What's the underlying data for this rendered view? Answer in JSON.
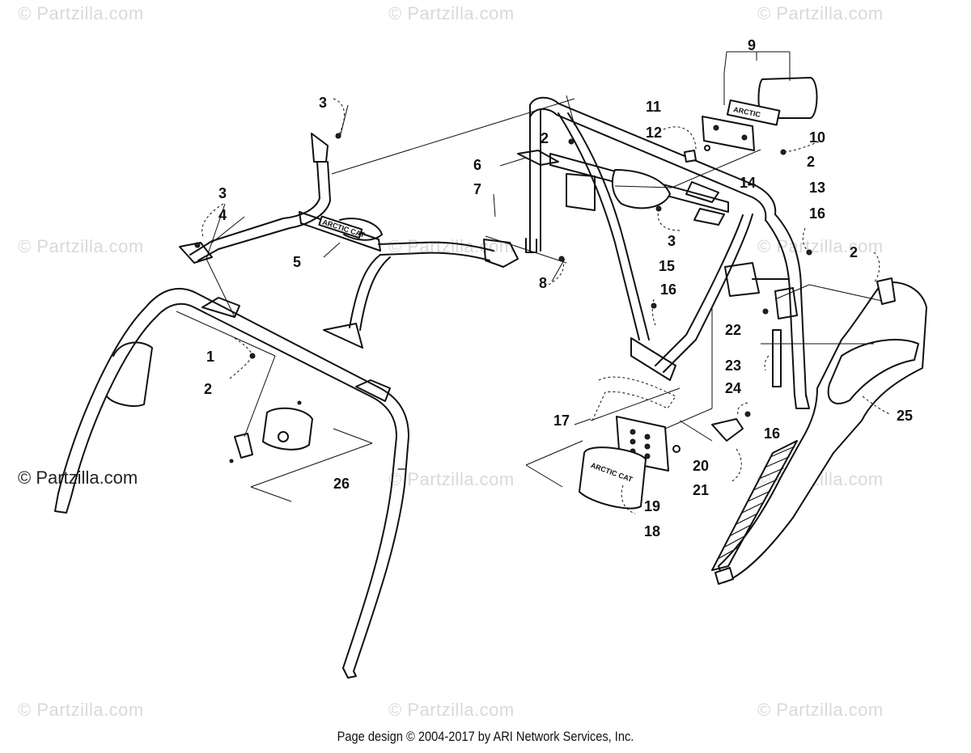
{
  "watermarks": [
    "© Partzilla.com",
    "© Partzilla.com",
    "© Partzilla.com",
    "© Partzilla.com",
    "© Partzilla.com",
    "© Partzilla.com",
    "© Partzilla.com",
    "© Partzilla.com",
    "© Partzilla.com",
    "© Partzilla.com",
    "© Partzilla.com",
    "© Partzilla.com"
  ],
  "main_watermark": "© Partzilla.com",
  "footer": "Page design © 2004-2017 by ARI Network Services, Inc.",
  "brand_labels": {
    "crossbar": "ARCTIC CAT",
    "bracket": "ARCTIC",
    "plate": "ARCTIC CAT"
  },
  "callouts": [
    {
      "id": "c1",
      "label": "1"
    },
    {
      "id": "c2a",
      "label": "2"
    },
    {
      "id": "c2b",
      "label": "2"
    },
    {
      "id": "c2c",
      "label": "2"
    },
    {
      "id": "c2d",
      "label": "2"
    },
    {
      "id": "c3a",
      "label": "3"
    },
    {
      "id": "c3b",
      "label": "3"
    },
    {
      "id": "c3c",
      "label": "3"
    },
    {
      "id": "c4",
      "label": "4"
    },
    {
      "id": "c5",
      "label": "5"
    },
    {
      "id": "c6",
      "label": "6"
    },
    {
      "id": "c7",
      "label": "7"
    },
    {
      "id": "c8",
      "label": "8"
    },
    {
      "id": "c9",
      "label": "9"
    },
    {
      "id": "c10",
      "label": "10"
    },
    {
      "id": "c11",
      "label": "11"
    },
    {
      "id": "c12",
      "label": "12"
    },
    {
      "id": "c13",
      "label": "13"
    },
    {
      "id": "c14",
      "label": "14"
    },
    {
      "id": "c15",
      "label": "15"
    },
    {
      "id": "c16a",
      "label": "16"
    },
    {
      "id": "c16b",
      "label": "16"
    },
    {
      "id": "c16c",
      "label": "16"
    },
    {
      "id": "c17",
      "label": "17"
    },
    {
      "id": "c18",
      "label": "18"
    },
    {
      "id": "c19",
      "label": "19"
    },
    {
      "id": "c20",
      "label": "20"
    },
    {
      "id": "c21",
      "label": "21"
    },
    {
      "id": "c22",
      "label": "22"
    },
    {
      "id": "c23",
      "label": "23"
    },
    {
      "id": "c24",
      "label": "24"
    },
    {
      "id": "c25",
      "label": "25"
    },
    {
      "id": "c26",
      "label": "26"
    }
  ]
}
